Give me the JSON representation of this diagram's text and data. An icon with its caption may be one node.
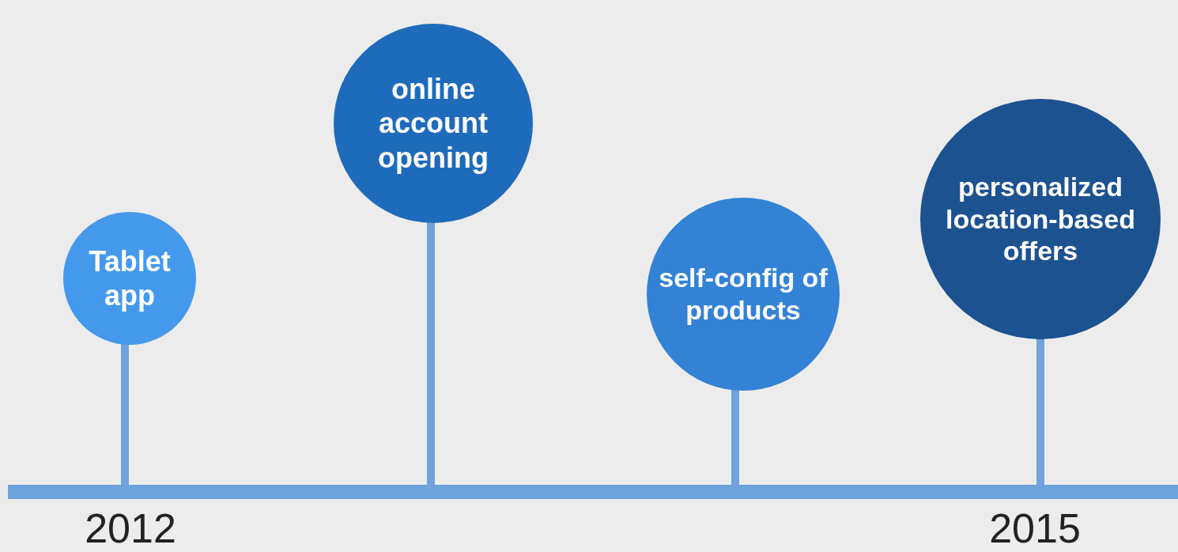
{
  "diagram": {
    "nodes": [
      {
        "text": [
          "Tablet app"
        ]
      },
      {
        "text": [
          "online account opening"
        ]
      },
      {
        "text": [
          "self-config of products"
        ]
      },
      {
        "text": [
          "personalized location-based offers"
        ]
      },
      {
        "text": [],
        "shape": "bar"
      }
    ],
    "edges": [
      {
        "from": 0,
        "to": 4,
        "arrow": "none"
      },
      {
        "from": 1,
        "to": 4,
        "arrow": "none"
      },
      {
        "from": 2,
        "to": 4,
        "arrow": "none"
      },
      {
        "from": 3,
        "to": 4,
        "arrow": "none"
      }
    ],
    "labels": [
      "2012",
      "2015"
    ]
  }
}
